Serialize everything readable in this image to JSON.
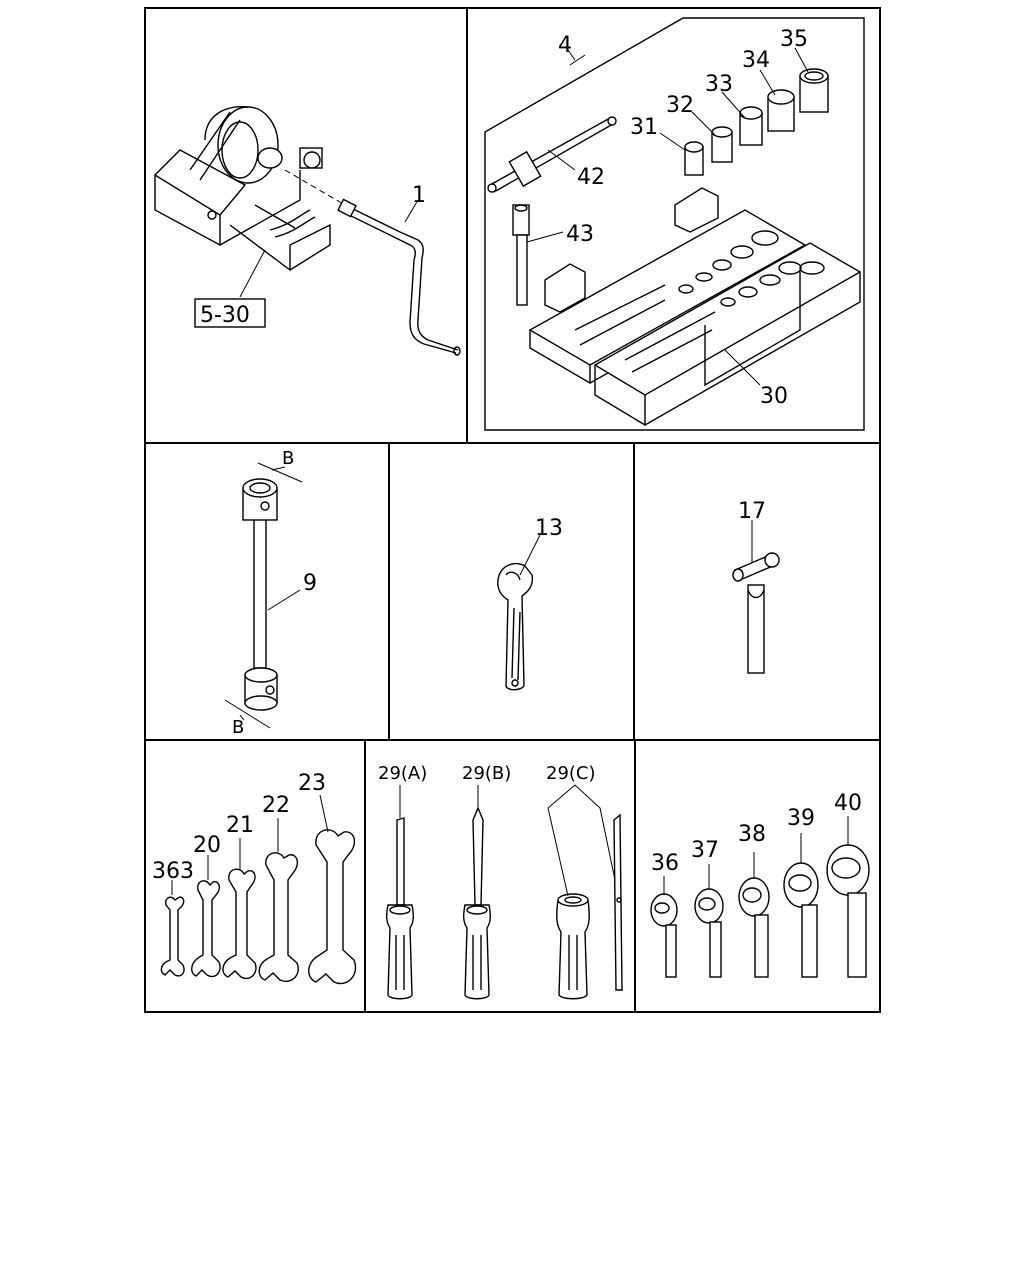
{
  "callouts": {
    "crank": "1",
    "ref": "5-30",
    "kit": "4",
    "bar": "42",
    "extension": "43",
    "case": "30",
    "s31": "31",
    "s32": "32",
    "s33": "33",
    "s34": "34",
    "s35": "35",
    "wrench9": "9",
    "dimB_top": "B",
    "dimB_bottom": "B",
    "adjustable": "13",
    "hammer": "17",
    "sp363": "363",
    "sp20": "20",
    "sp21": "21",
    "sp22": "22",
    "sp23": "23",
    "sd_a": "29(A)",
    "sd_b": "29(B)",
    "sd_c": "29(C)",
    "box36": "36",
    "box37": "37",
    "box38": "38",
    "box39": "39",
    "box40": "40"
  }
}
